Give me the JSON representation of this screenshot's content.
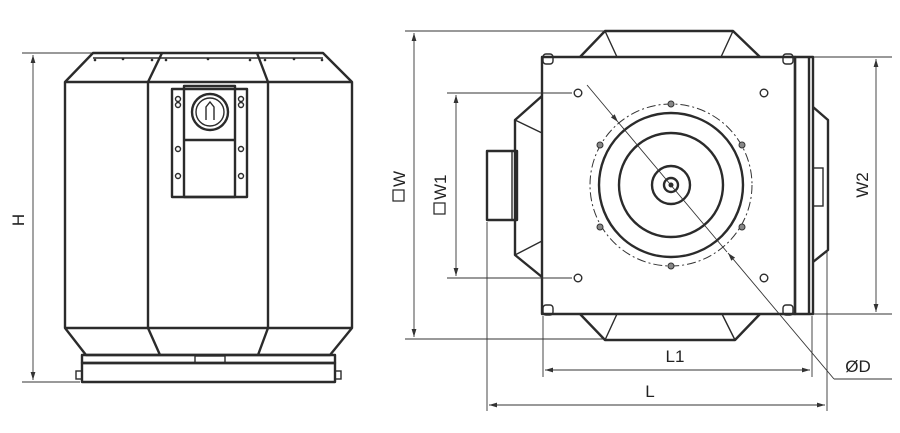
{
  "labels": {
    "height": "H",
    "width": "W",
    "width1": "W1",
    "width2": "W2",
    "length1": "L1",
    "length": "L",
    "diameter": "ØD"
  },
  "colors": {
    "line": "#2b2b2b",
    "background": "#ffffff"
  }
}
